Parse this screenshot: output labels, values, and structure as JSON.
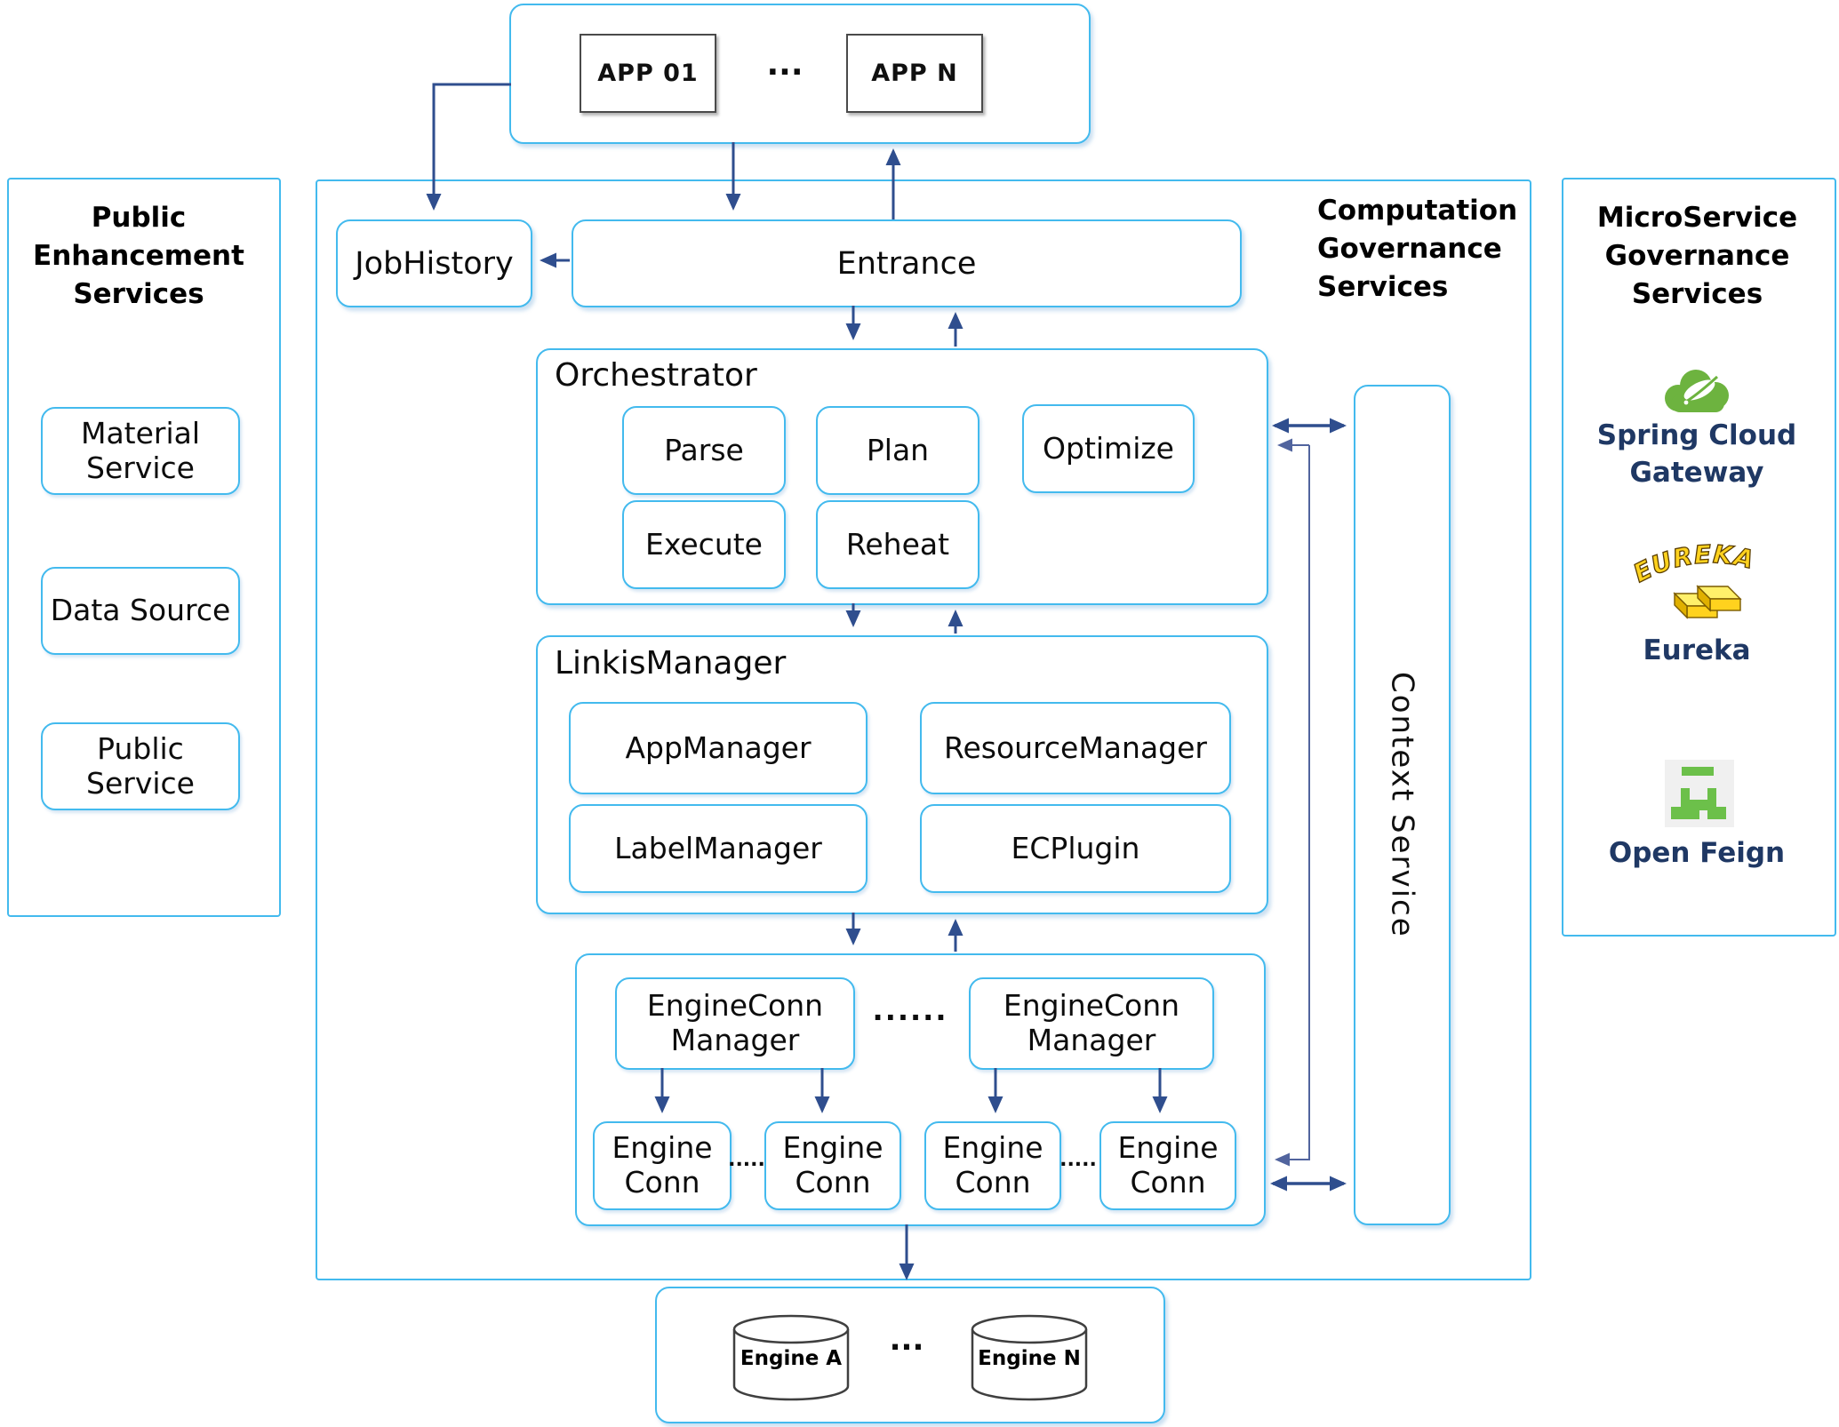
{
  "colors": {
    "box_border": "#43baee",
    "arrow": "#2f4e8e",
    "thin_arrow": "#51649e",
    "product_text": "#1f3864",
    "spring_green": "#6db33f",
    "feign_green": "#6cc04a",
    "eureka_yellow": "#ffd21e"
  },
  "top_apps": {
    "app_01": "APP 01",
    "ellipsis": "...",
    "app_n": "APP N"
  },
  "left_panel": {
    "title": "Public Enhancement Services",
    "items": [
      {
        "label": "Material Service"
      },
      {
        "label": "Data Source"
      },
      {
        "label": "Public Service"
      }
    ]
  },
  "center_panel": {
    "title": "Computation Governance Services",
    "job_history": "JobHistory",
    "entrance": "Entrance",
    "orchestrator": {
      "title": "Orchestrator",
      "row1": [
        "Parse",
        "Plan",
        "Optimize"
      ],
      "row2": [
        "Execute",
        "Reheat"
      ]
    },
    "linkis_manager": {
      "title": "LinkisManager",
      "modules": [
        "AppManager",
        "ResourceManager",
        "LabelManager",
        "ECPlugin"
      ]
    },
    "engine_conn": {
      "manager_left": "EngineConn Manager",
      "manager_right": "EngineConn Manager",
      "managers_ellipsis": "......",
      "conns": [
        "Engine Conn",
        "Engine Conn",
        "Engine Conn",
        "Engine Conn"
      ],
      "conn_dots": "....."
    },
    "context_service": "Context Service"
  },
  "right_panel": {
    "title": "MicroService Governance Services",
    "spring": {
      "label": "Spring Cloud Gateway"
    },
    "eureka": {
      "logo_text": "EUREKA",
      "label": "Eureka"
    },
    "feign": {
      "label": "Open Feign"
    }
  },
  "bottom_engines": {
    "engine_a": "Engine A",
    "ellipsis": "...",
    "engine_n": "Engine N"
  }
}
